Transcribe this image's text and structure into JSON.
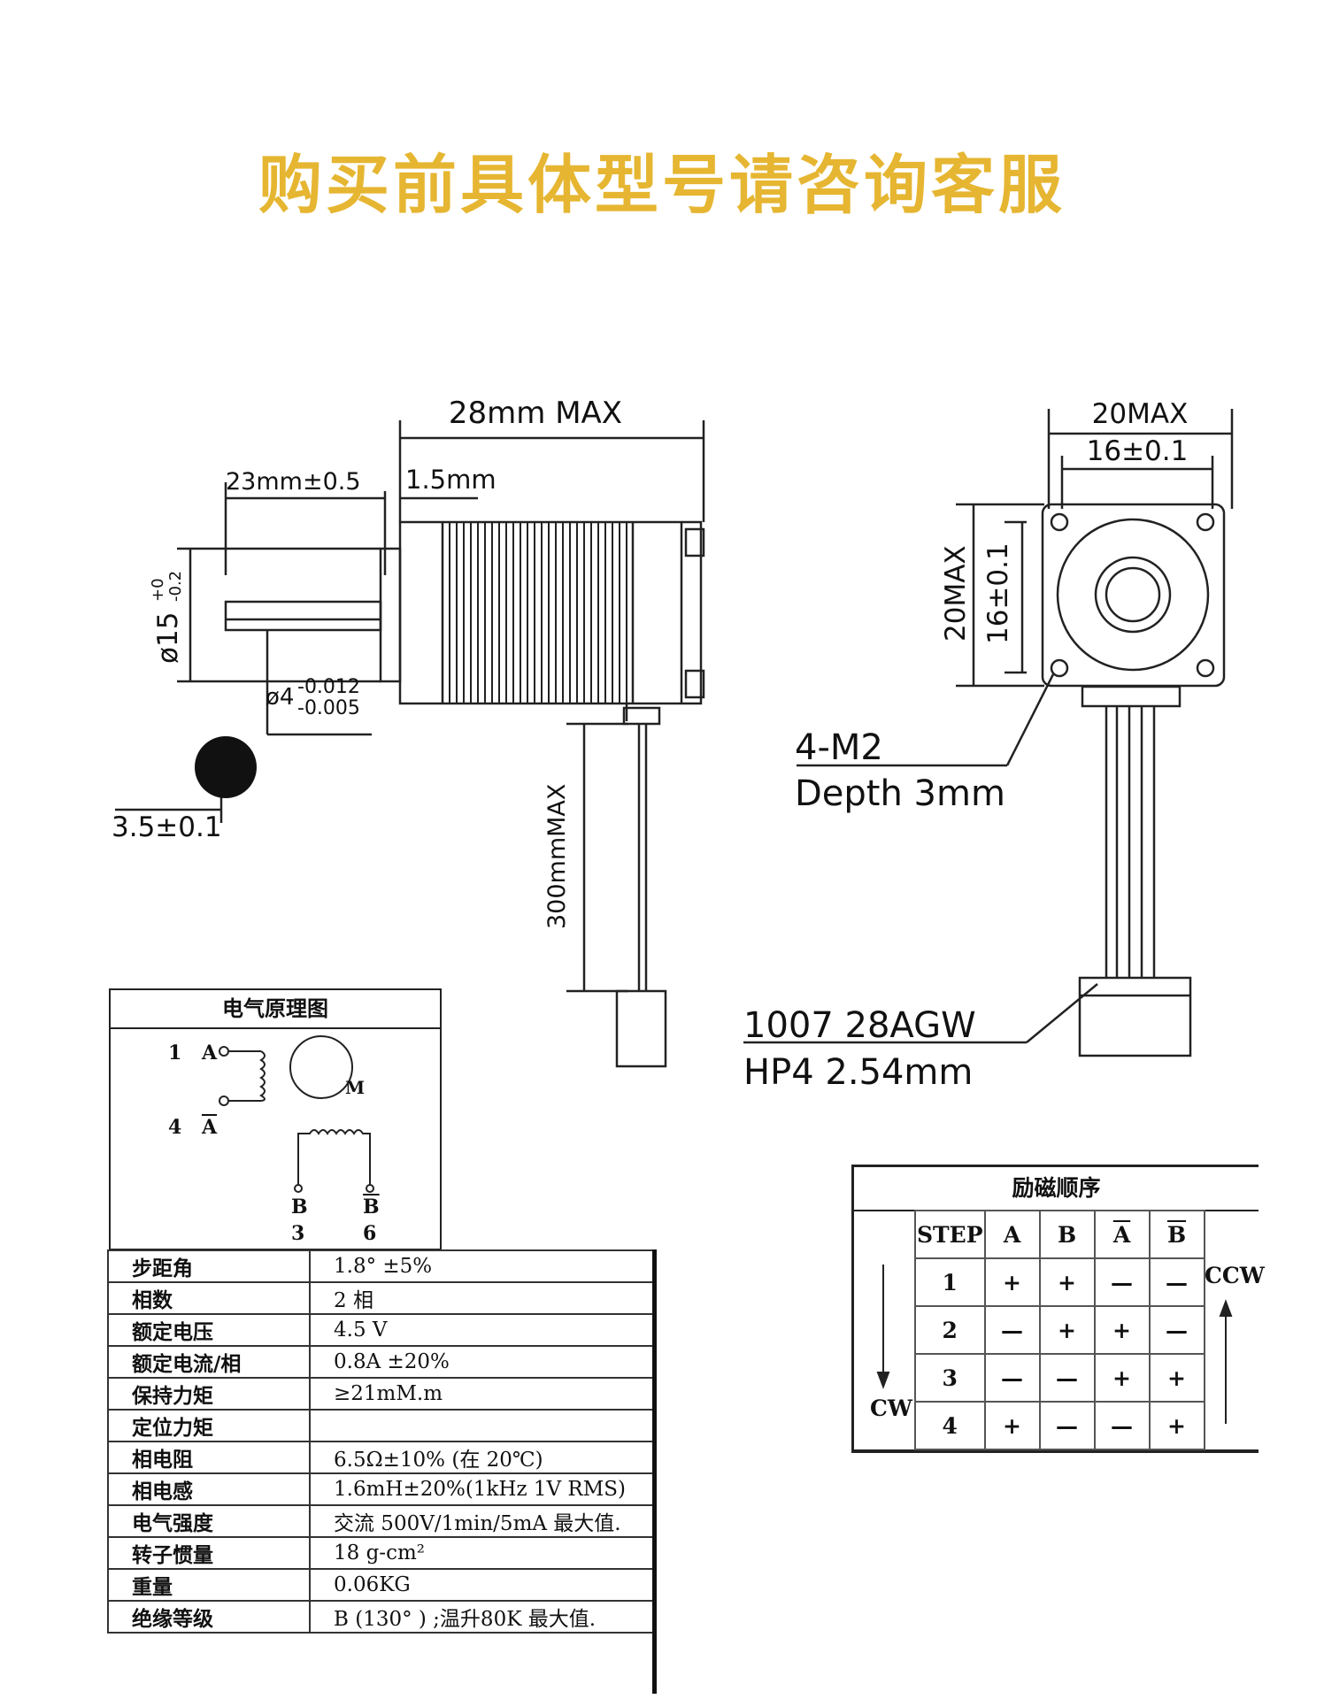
{
  "banner": "购买前具体型号请咨询客服",
  "drawing_left": {
    "overall_length": "28mm MAX",
    "shaft_length": "23mm±0.5",
    "boss_length": "1.5mm",
    "boss_diameter": "ø15",
    "boss_tol_plus": "+0",
    "boss_tol_minus": "-0.2",
    "shaft_diameter": "ø4",
    "shaft_tol_upper": "-0.012",
    "shaft_tol_lower": "-0.005",
    "flat_dimension": "3.5±0.1",
    "lead_length": "300mmMAX"
  },
  "drawing_right": {
    "width_max": "20MAX",
    "hole_spacing": "16±0.1",
    "height_max": "20MAX",
    "hole_spacing_v": "16±0.1",
    "thread_spec": "4-M2",
    "thread_depth": "Depth 3mm",
    "wire_spec": "1007 28AGW",
    "connector_spec": "HP4 2.54mm"
  },
  "electrical": {
    "title": "电气原理图",
    "motor_label": "M",
    "pin1_num": "1",
    "pin1_name": "A",
    "pin4_num": "4",
    "pin4_name": "A",
    "pinB_name": "B",
    "pinB_num": "3",
    "pinBbar_name": "B",
    "pinBbar_num": "6"
  },
  "specs": [
    {
      "key": "步距角",
      "value": "1.8° ±5%"
    },
    {
      "key": "相数",
      "value": "2 相"
    },
    {
      "key": "额定电压",
      "value": "4.5 V"
    },
    {
      "key": "额定电流/相",
      "value": "0.8A ±20%"
    },
    {
      "key": "保持力矩",
      "value": "≥21mM.m"
    },
    {
      "key": "定位力矩",
      "value": ""
    },
    {
      "key": "相电阻",
      "value": "6.5Ω±10% (在 20℃)"
    },
    {
      "key": "相电感",
      "value": "1.6mH±20%(1kHz 1V RMS)"
    },
    {
      "key": "电气强度",
      "value": "交流 500V/1min/5mA 最大值."
    },
    {
      "key": "转子惯量",
      "value": "18 g-cm²"
    },
    {
      "key": "重量",
      "value": "0.06KG"
    },
    {
      "key": "绝缘等级",
      "value": "B (130° ) ;温升80K 最大值."
    }
  ],
  "excitation": {
    "title": "励磁顺序",
    "columns": [
      "STEP",
      "A",
      "B",
      "A",
      "B"
    ],
    "rows": [
      [
        "1",
        "+",
        "+",
        "—",
        "—"
      ],
      [
        "2",
        "—",
        "+",
        "+",
        "—"
      ],
      [
        "3",
        "—",
        "—",
        "+",
        "+"
      ],
      [
        "4",
        "+",
        "—",
        "—",
        "+"
      ]
    ],
    "cw_label": "CW",
    "ccw_label": "CCW"
  }
}
